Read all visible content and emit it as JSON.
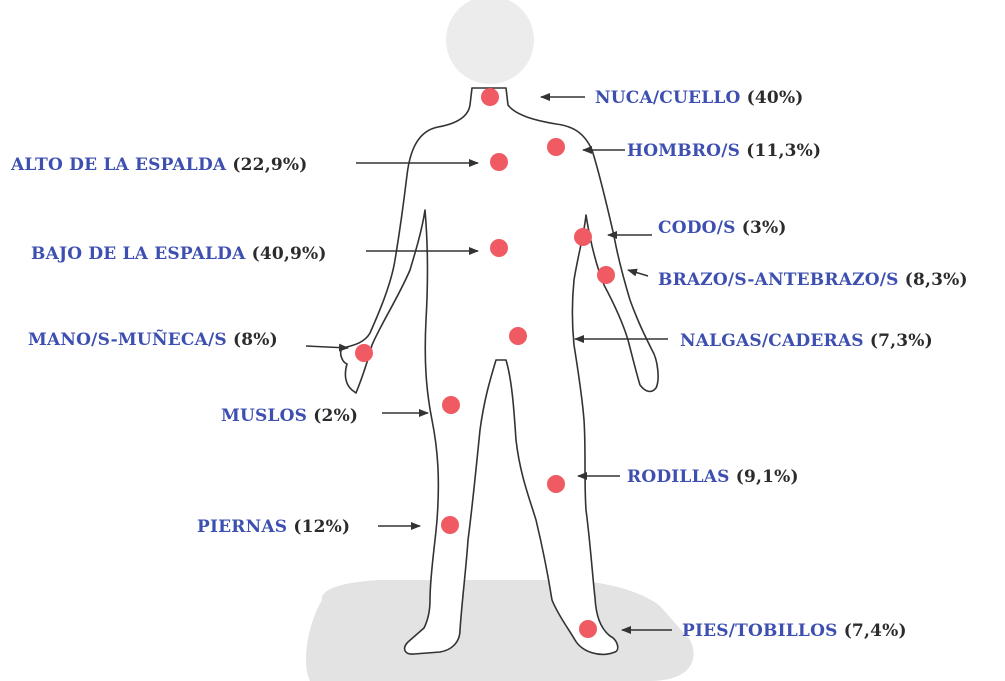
{
  "colors": {
    "label_text": "#3d4fb0",
    "percent_text": "#2b2b2b",
    "dot": "#ef5a63",
    "body_outline": "#333333",
    "head": "#ececec",
    "shadow": "#e0e0e0"
  },
  "labels": [
    {
      "key": "nuca",
      "text": "NUCA/CUELLO",
      "percent": "(40%)"
    },
    {
      "key": "hombro",
      "text": "HOMBRO/S",
      "percent": "(11,3%)"
    },
    {
      "key": "alto",
      "text": "ALTO DE LA ESPALDA",
      "percent": "(22,9%)"
    },
    {
      "key": "codo",
      "text": "CODO/S",
      "percent": "(3%)"
    },
    {
      "key": "bajo",
      "text": "BAJO DE LA ESPALDA",
      "percent": "(40,9%)"
    },
    {
      "key": "brazo",
      "text": "BRAZO/S-ANTEBRAZO/S",
      "percent": "(8,3%)"
    },
    {
      "key": "mano",
      "text": "MANO/S-MUÑECA/S",
      "percent": "(8%)"
    },
    {
      "key": "nalgas",
      "text": "NALGAS/CADERAS",
      "percent": "(7,3%)"
    },
    {
      "key": "muslos",
      "text": "MUSLOS",
      "percent": "(2%)"
    },
    {
      "key": "rodillas",
      "text": "RODILLAS",
      "percent": "(9,1%)"
    },
    {
      "key": "piernas",
      "text": "PIERNAS",
      "percent": "(12%)"
    },
    {
      "key": "pies",
      "text": "PIES/TOBILLOS",
      "percent": "(7,4%)"
    }
  ]
}
